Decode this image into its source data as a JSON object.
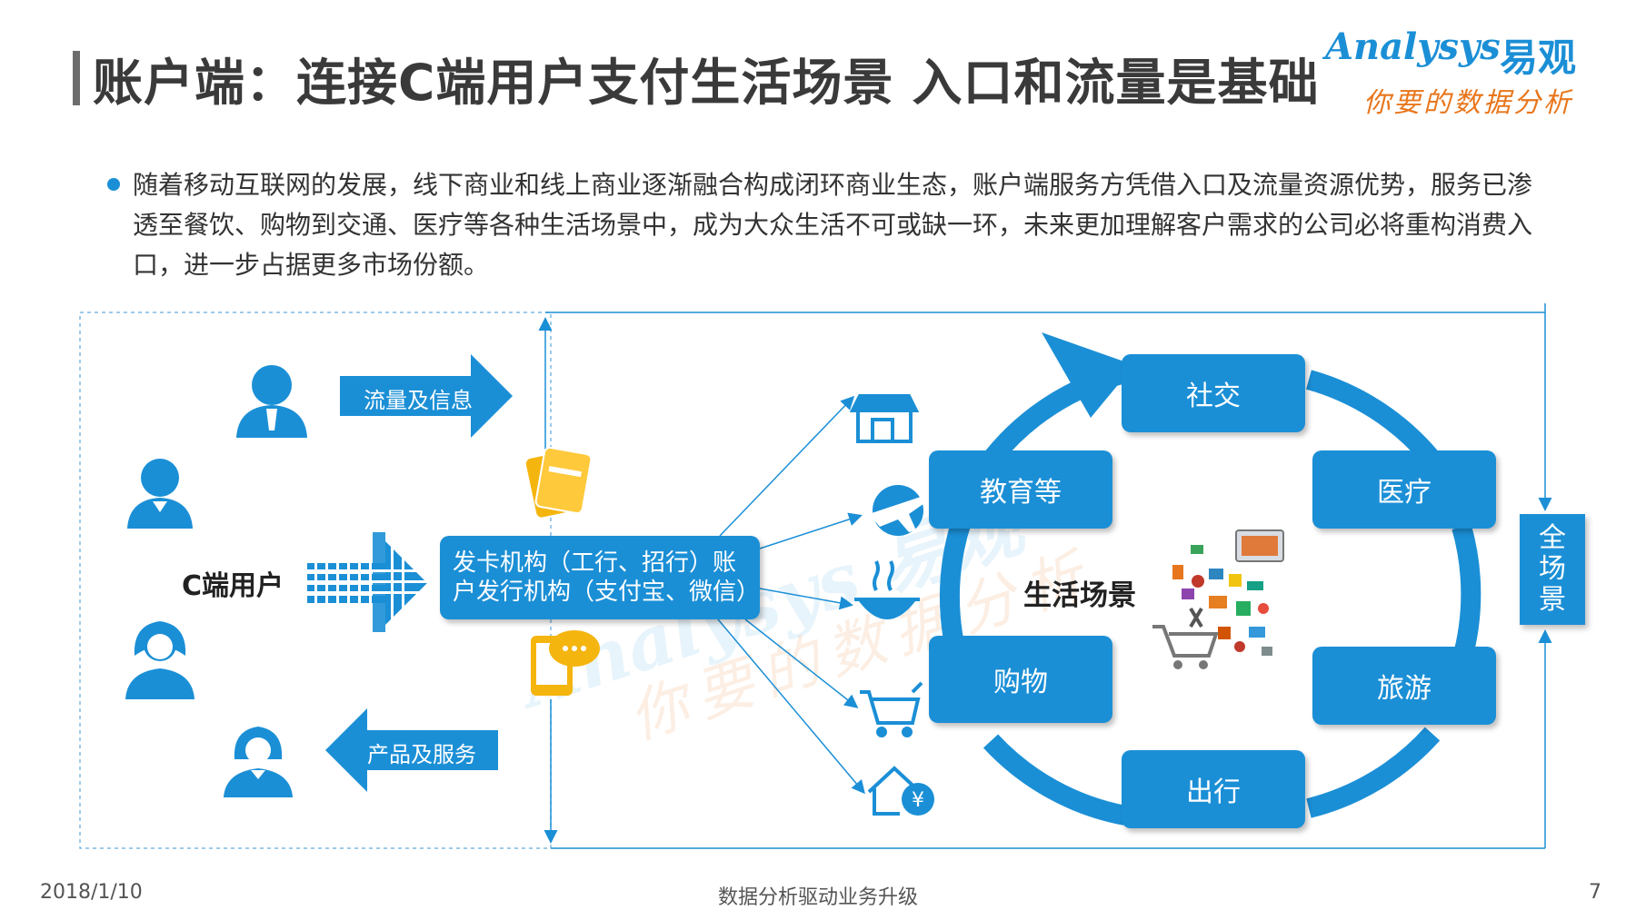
{
  "header": {
    "title": "账户端：连接C端用户支付生活场景  入口和流量是基础",
    "logo_en": "Analysys",
    "logo_cn": "易观",
    "logo_tagline": "你要的数据分析"
  },
  "bullet": {
    "text": "随着移动互联网的发展，线下商业和线上商业逐渐融合构成闭环商业生态，账户端服务方凭借入口及流量资源优势，服务已渗透至餐饮、购物到交通、医疗等各种生活场景中，成为大众生活不可或缺一环，未来更加理解客户需求的公司必将重构消费入口，进一步占据更多市场份额。"
  },
  "diagram": {
    "c_user_label": "C端用户",
    "flow_label": "流量及信息",
    "product_label": "产品及服务",
    "issuer_line1": "发卡机构（工行、招行）账",
    "issuer_line2": "户发行机构（支付宝、微信）",
    "life_label": "生活场景",
    "full_scene": [
      "全",
      "场",
      "景"
    ],
    "scenes": {
      "social": "社交",
      "medical": "医疗",
      "travel": "旅游",
      "transport": "出行",
      "shopping": "购物",
      "education": "教育等"
    },
    "icons": [
      "user-male-icon",
      "user-male-icon",
      "user-female-icon",
      "user-female-icon",
      "bank-card-icon",
      "mobile-chat-icon",
      "store-icon",
      "airplane-icon",
      "food-bowl-icon",
      "shopping-cart-icon",
      "house-yuan-icon",
      "lifestyle-collage-icon"
    ],
    "colors": {
      "primary": "#1b8fd6",
      "accent_orange": "#e8761c",
      "card_yellow": "#f5b50f"
    }
  },
  "watermark": {
    "en": "Analysys 易观",
    "cn": "你要的数据分析"
  },
  "footer": {
    "date": "2018/1/10",
    "slogan": "数据分析驱动业务升级",
    "page": "7"
  }
}
